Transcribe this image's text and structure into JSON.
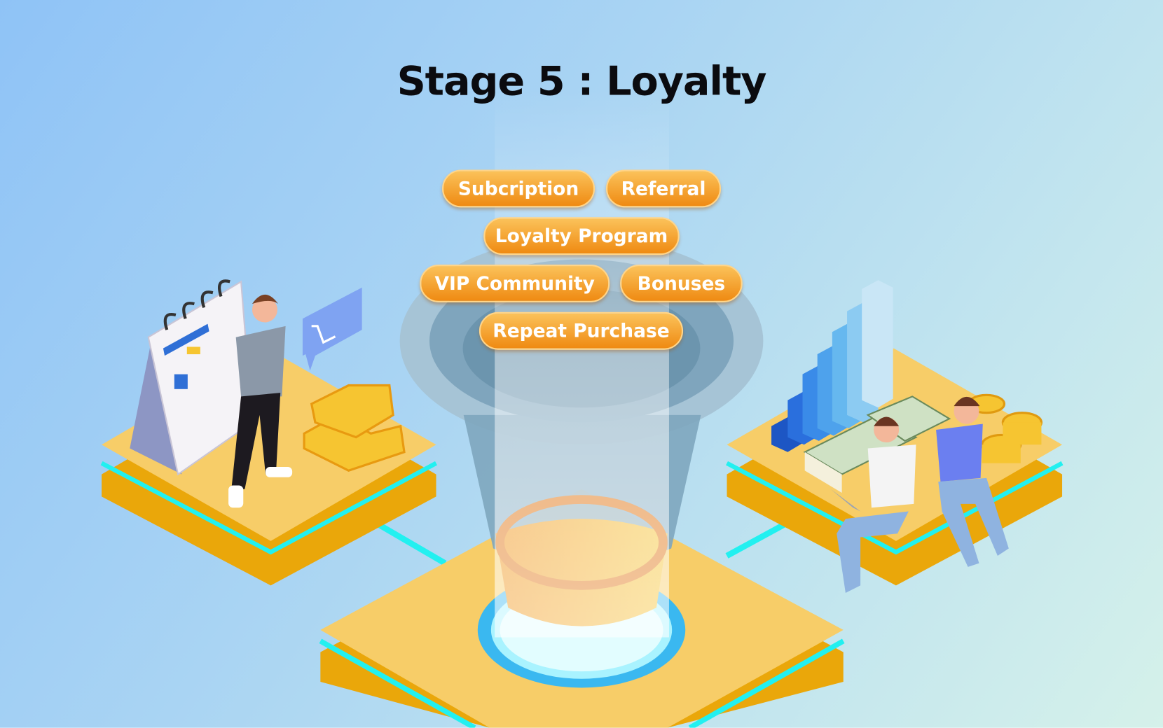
{
  "title": "Stage 5 : Loyalty",
  "tags": [
    "Subcription",
    "Referral",
    "Loyalty Program",
    "VIP Community",
    "Bonuses",
    "Repeat Purchase"
  ],
  "colors": {
    "pill": "#f29a1f",
    "platform": "#f7cd68",
    "platform_edge": "#eaa70a",
    "glow": "#22f0f0",
    "funnel": "#8fb6cc"
  }
}
